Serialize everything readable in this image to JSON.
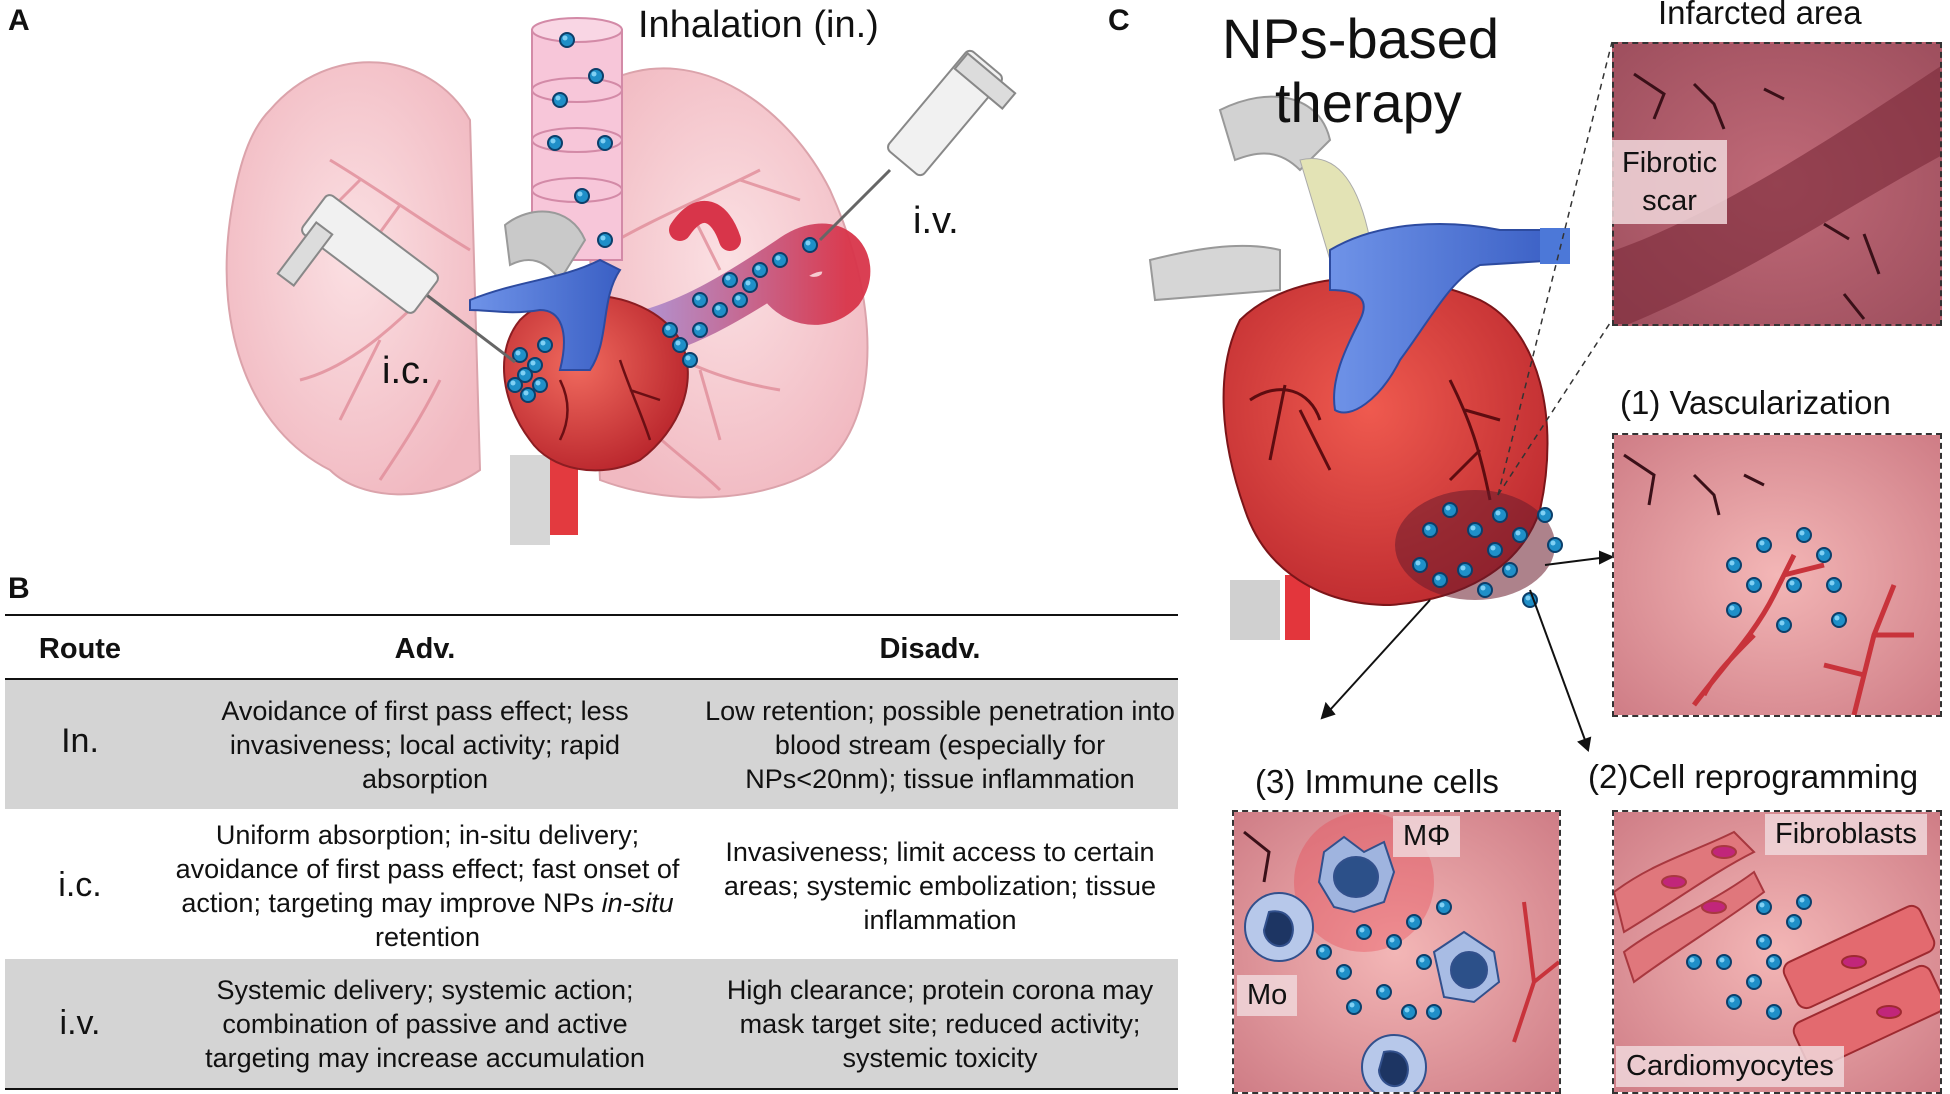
{
  "panels": {
    "a": {
      "letter": "A",
      "inhalation_label": "Inhalation (in.)",
      "iv_label": "i.v.",
      "ic_label": "i.c."
    },
    "b": {
      "letter": "B",
      "table": {
        "headers": [
          "Route",
          "Adv.",
          "Disadv."
        ],
        "rows": [
          {
            "route": "In.",
            "adv": "Avoidance of first pass effect; less invasiveness; local activity; rapid absorption",
            "disadv": "Low retention; possible penetration into blood stream (especially for NPs<20nm); tissue inflammation"
          },
          {
            "route": "i.c.",
            "adv_prefix": "Uniform absorption; in-situ delivery; avoidance of first pass effect; fast onset of action; targeting may improve NPs ",
            "adv_italic": "in-situ",
            "adv_suffix": " retention",
            "disadv": "Invasiveness; limit access to certain areas; systemic embolization; tissue inflammation"
          },
          {
            "route": "i.v.",
            "adv": "Systemic delivery; systemic action; combination of passive and active targeting may increase accumulation",
            "disadv": "High clearance; protein corona may mask target site; reduced activity; systemic toxicity"
          }
        ]
      }
    },
    "c": {
      "letter": "C",
      "title_line1": "NPs-based",
      "title_line2": "therapy",
      "infarcted_title": "Infarcted area",
      "fibrotic_line1": "Fibrotic",
      "fibrotic_line2": "scar",
      "vascularization_title": "(1) Vascularization",
      "immune_title": "(3) Immune cells",
      "macrophage_label": "MΦ",
      "monocyte_label": "Mo",
      "reprogramming_title": "(2)Cell reprogramming",
      "fibroblasts_label": "Fibroblasts",
      "cardiomyocytes_label": "Cardiomyocytes"
    }
  },
  "colors": {
    "lung": "#f6c9cf",
    "heart": "#d8353a",
    "vein": "#4c78d8",
    "nanoparticle": "#1f8fc8",
    "tissue": "#e79a9f",
    "scar": "#a24b58",
    "table_shade": "#d4d4d4"
  }
}
